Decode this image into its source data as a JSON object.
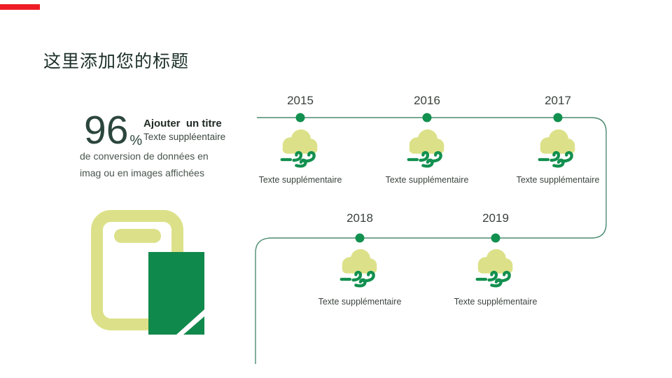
{
  "slide": {
    "background": "#ffffff",
    "accent_red": "#ee1c25",
    "accent_green": "#12904f",
    "accent_khaki": "#dce189",
    "line_color": "#4d8b71"
  },
  "title": {
    "text": "这里添加您的标题"
  },
  "stat": {
    "value": "96",
    "unit": "%",
    "heading": "Ajouter  un titre",
    "subheading": "Texte suppléentaire",
    "description_lines": [
      "de conversion de données en",
      "imag ou en images affichées"
    ]
  },
  "graphic": {
    "icon": "clipboard-document-icon"
  },
  "timeline": {
    "item_icon": "wind-cloud-icon",
    "items": [
      {
        "year": "2015",
        "label": "Texte supplémentaire"
      },
      {
        "year": "2016",
        "label": "Texte supplémentaire"
      },
      {
        "year": "2017",
        "label": "Texte supplémentaire"
      },
      {
        "year": "2018",
        "label": "Texte supplémentaire"
      },
      {
        "year": "2019",
        "label": "Texte supplémentaire"
      }
    ]
  }
}
